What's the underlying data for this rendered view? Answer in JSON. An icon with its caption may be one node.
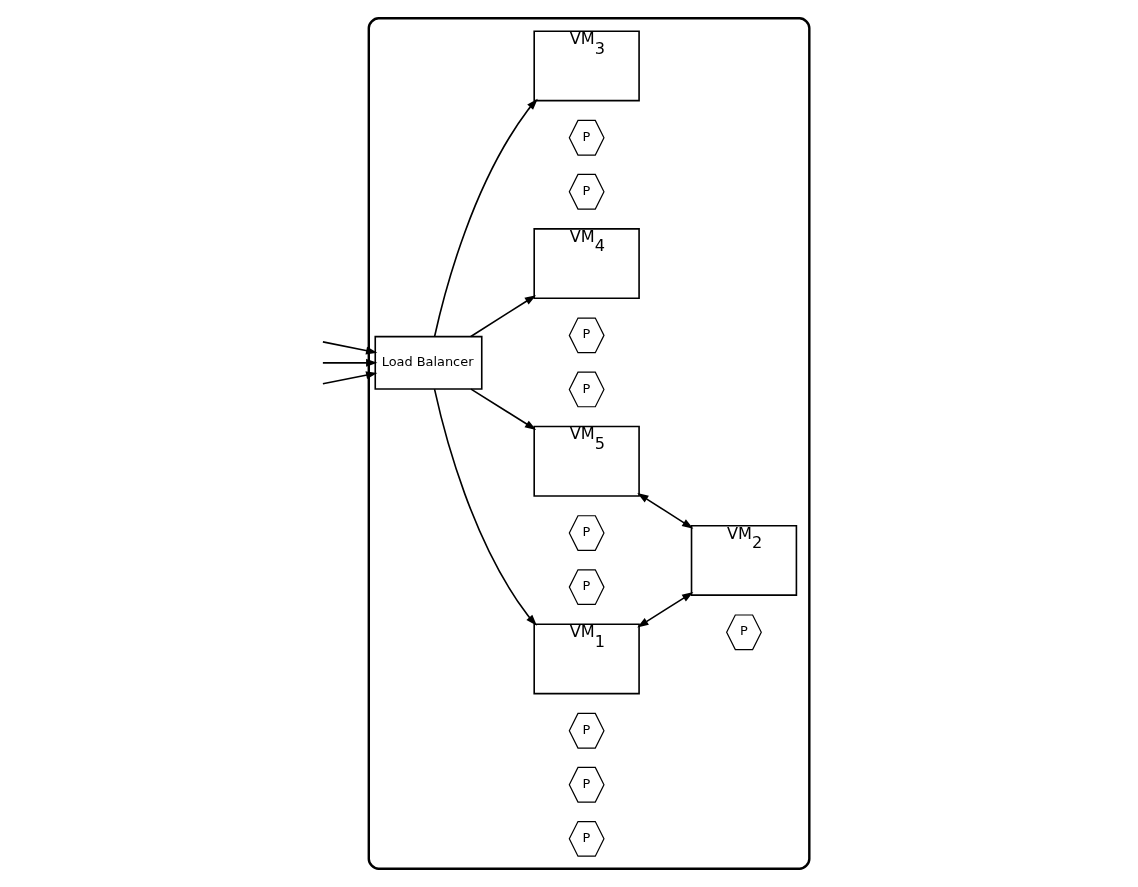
{
  "diagram": {
    "nodes": [
      {
        "text": [],
        "shape": "cloud"
      },
      {
        "text": [
          "VM$_{1}$"
        ],
        "in": 0
      },
      {
        "text": [
          "P"
        ],
        "in": 0
      },
      {
        "text": [
          "P"
        ],
        "in": 0
      },
      {
        "text": [
          "P"
        ],
        "in": 0
      },
      {
        "text": [
          "VM$_{5}$"
        ],
        "in": 0
      },
      {
        "text": [
          "P"
        ],
        "in": 0
      },
      {
        "text": [
          "P"
        ],
        "in": 0
      },
      {
        "text": [
          "VM$_{2}$"
        ],
        "in": 0
      },
      {
        "text": [
          "P"
        ],
        "in": 0
      },
      {
        "text": [
          "Load Balancer"
        ],
        "in": 0
      },
      {
        "text": [
          "VM$_{4}$"
        ],
        "in": 0
      },
      {
        "text": [
          "P"
        ],
        "in": 0
      },
      {
        "text": [
          "P"
        ],
        "in": 0
      },
      {
        "text": [
          "VM$_{3}$"
        ],
        "in": 0
      },
      {
        "text": [
          "P"
        ],
        "in": 0
      },
      {
        "text": [
          "P"
        ],
        "in": 0
      }
    ],
    "edges": [
      {
        "from": null,
        "to": 10,
        "arrow": "to"
      },
      {
        "from": null,
        "to": 10,
        "arrow": "to"
      },
      {
        "from": null,
        "to": 10,
        "arrow": "to"
      },
      {
        "from": 10,
        "to": 1,
        "arrow": "to"
      },
      {
        "from": 10,
        "to": 5,
        "arrow": "to"
      },
      {
        "from": 10,
        "to": 11,
        "arrow": "to"
      },
      {
        "from": 10,
        "to": 14,
        "arrow": "to"
      },
      {
        "from": 1,
        "to": 8,
        "arrow": "both"
      },
      {
        "from": 5,
        "to": 8,
        "arrow": "both"
      }
    ]
  }
}
